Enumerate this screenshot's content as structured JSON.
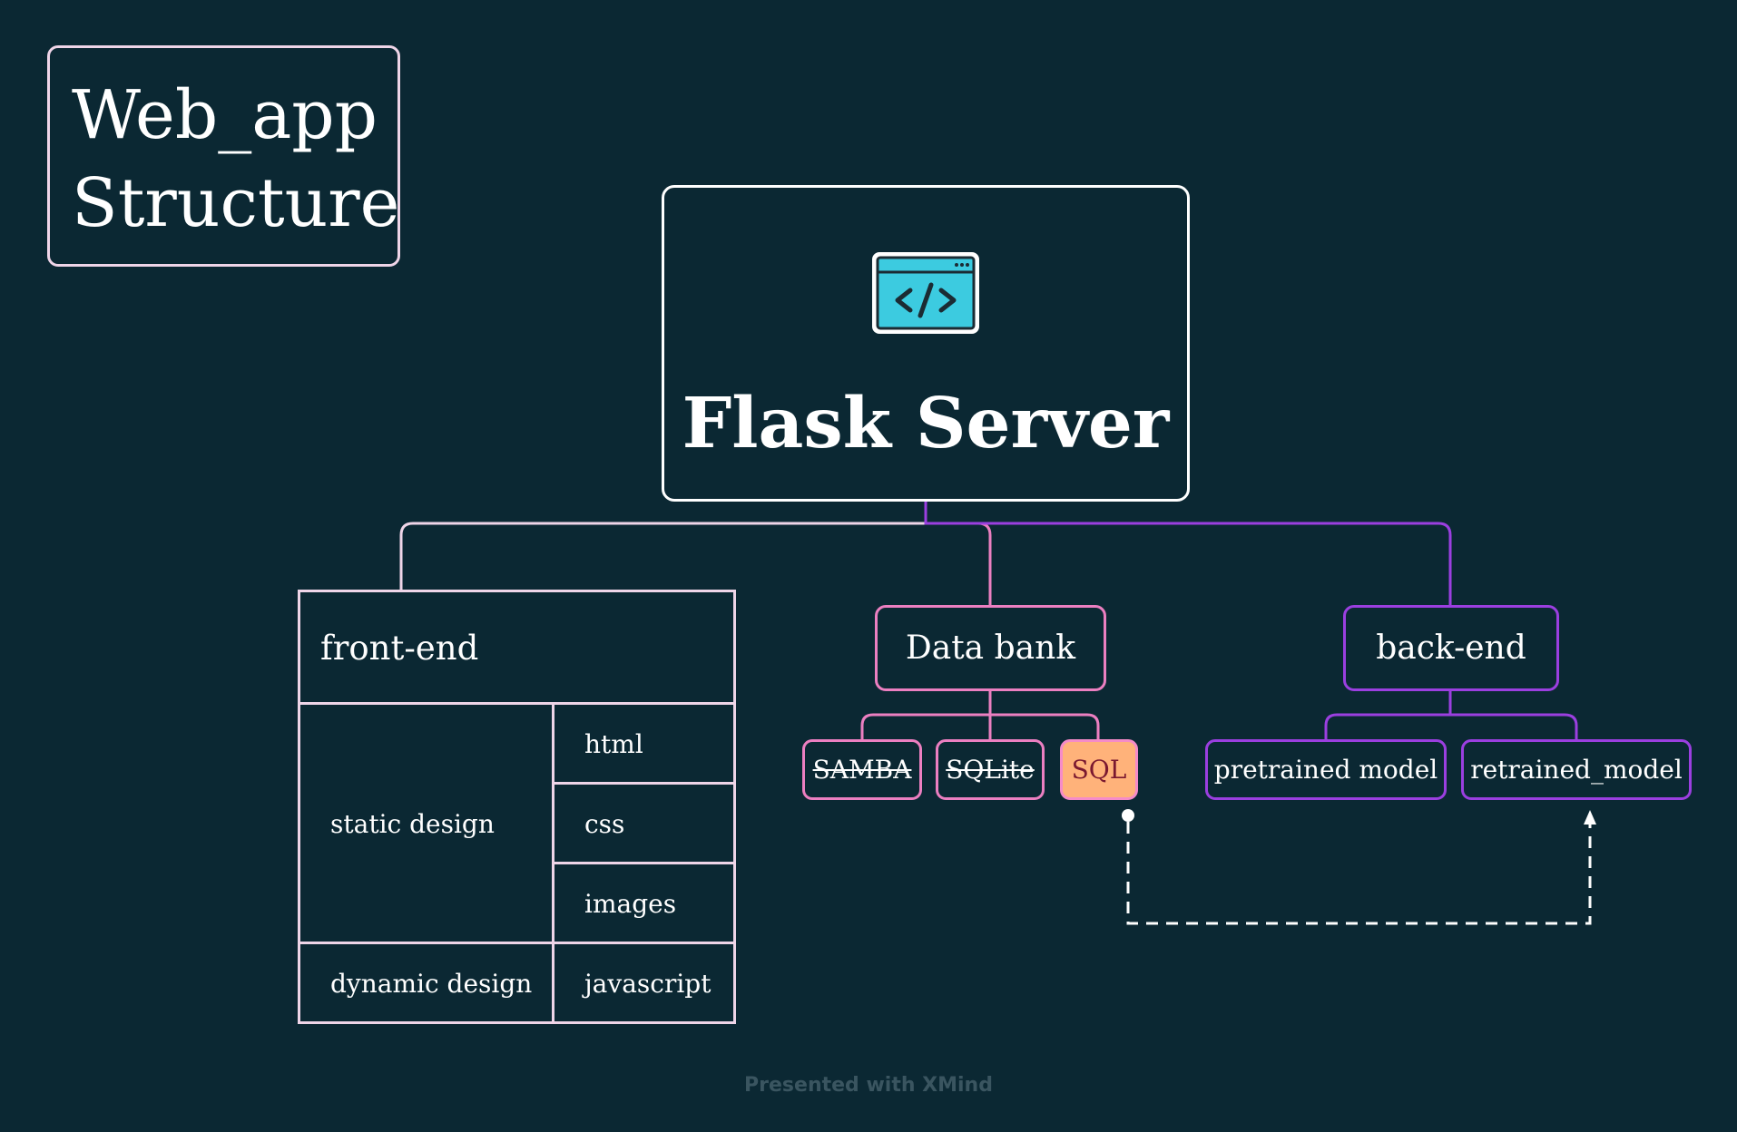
{
  "title": {
    "line1": "Web_app",
    "line2": "Structure"
  },
  "root": {
    "label": "Flask Server",
    "icon": "code-window-icon"
  },
  "frontend": {
    "label": "front-end",
    "static_label": "static design",
    "static_items": [
      "html",
      "css",
      "images"
    ],
    "dynamic_label": "dynamic design",
    "dynamic_item": "javascript"
  },
  "databank": {
    "label": "Data bank",
    "options": [
      "SAMBA",
      "SQLite",
      "SQL"
    ]
  },
  "backend": {
    "label": "back-end",
    "models": [
      "pretrained model",
      "retrained_model"
    ]
  },
  "footer": "Presented with XMind",
  "colors": {
    "background": "#0b2833",
    "frontend_border": "#efd5e8",
    "databank_border": "#ec7fc1",
    "backend_border": "#9b3fe0",
    "sql_fill": "#ffb27a",
    "sql_text": "#7a1830",
    "icon_fill": "#3ccbe0"
  }
}
